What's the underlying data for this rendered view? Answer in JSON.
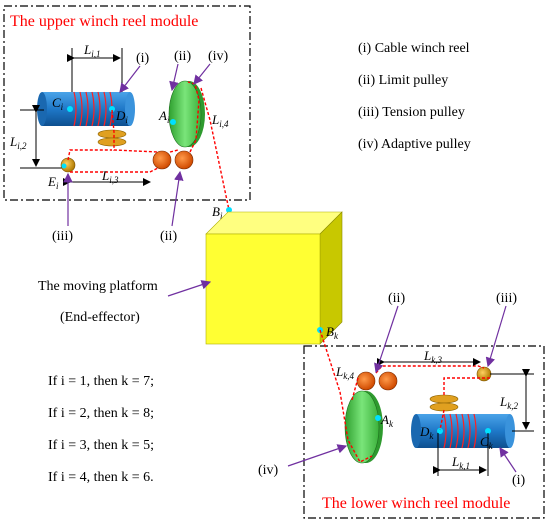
{
  "upper_module": {
    "title": "The upper winch reel module",
    "labels": {
      "Li1": "L",
      "Li1_sub": "i,1",
      "Li2": "L",
      "Li2_sub": "i,2",
      "Li3": "L",
      "Li3_sub": "i,3",
      "Li4": "L",
      "Li4_sub": "i,4",
      "Ci": "C",
      "Ci_sub": "i",
      "Di": "D",
      "Di_sub": "i",
      "Ai": "A",
      "Ai_sub": "i",
      "Ei": "E",
      "Ei_sub": "i",
      "Bi": "B",
      "Bi_sub": "i"
    },
    "callouts": {
      "i": "(i)",
      "ii_top": "(ii)",
      "iv": "(iv)",
      "iii": "(iii)",
      "ii_bottom": "(ii)"
    }
  },
  "lower_module": {
    "title": "The lower winch reel module",
    "labels": {
      "Lk1": "L",
      "Lk1_sub": "k,1",
      "Lk2": "L",
      "Lk2_sub": "k,2",
      "Lk3": "L",
      "Lk3_sub": "k,3",
      "Lk4": "L",
      "Lk4_sub": "k,4",
      "Ck": "C",
      "Ck_sub": "k",
      "Dk": "D",
      "Dk_sub": "k",
      "Ak": "A",
      "Ak_sub": "k",
      "Bk": "B",
      "Bk_sub": "k"
    },
    "callouts": {
      "ii": "(ii)",
      "iii": "(iii)",
      "iv": "(iv)",
      "i": "(i)"
    }
  },
  "legend": [
    "(i) Cable winch reel",
    "(ii) Limit pulley",
    "(iii) Tension pulley",
    "(iv) Adaptive pulley"
  ],
  "platform": {
    "line1": "The moving platform",
    "line2": "(End-effector)"
  },
  "conditions": [
    "If i = 1, then k = 7;",
    "If i = 2, then k = 8;",
    "If i = 3, then k = 5;",
    "If i = 4, then k = 6."
  ],
  "colors": {
    "reel": "#1f78c8",
    "reel_dark": "#0e4f8f",
    "limit_pulley": "#f06a10",
    "tension_pulley": "#e0a020",
    "adaptive_pulley": "#5fd35f",
    "cable": "#ff0000",
    "platform_front": "#ffff33",
    "platform_side": "#c8c800",
    "point": "#00e0ff",
    "pointer": "#7030a0",
    "title": "#ff0000"
  }
}
